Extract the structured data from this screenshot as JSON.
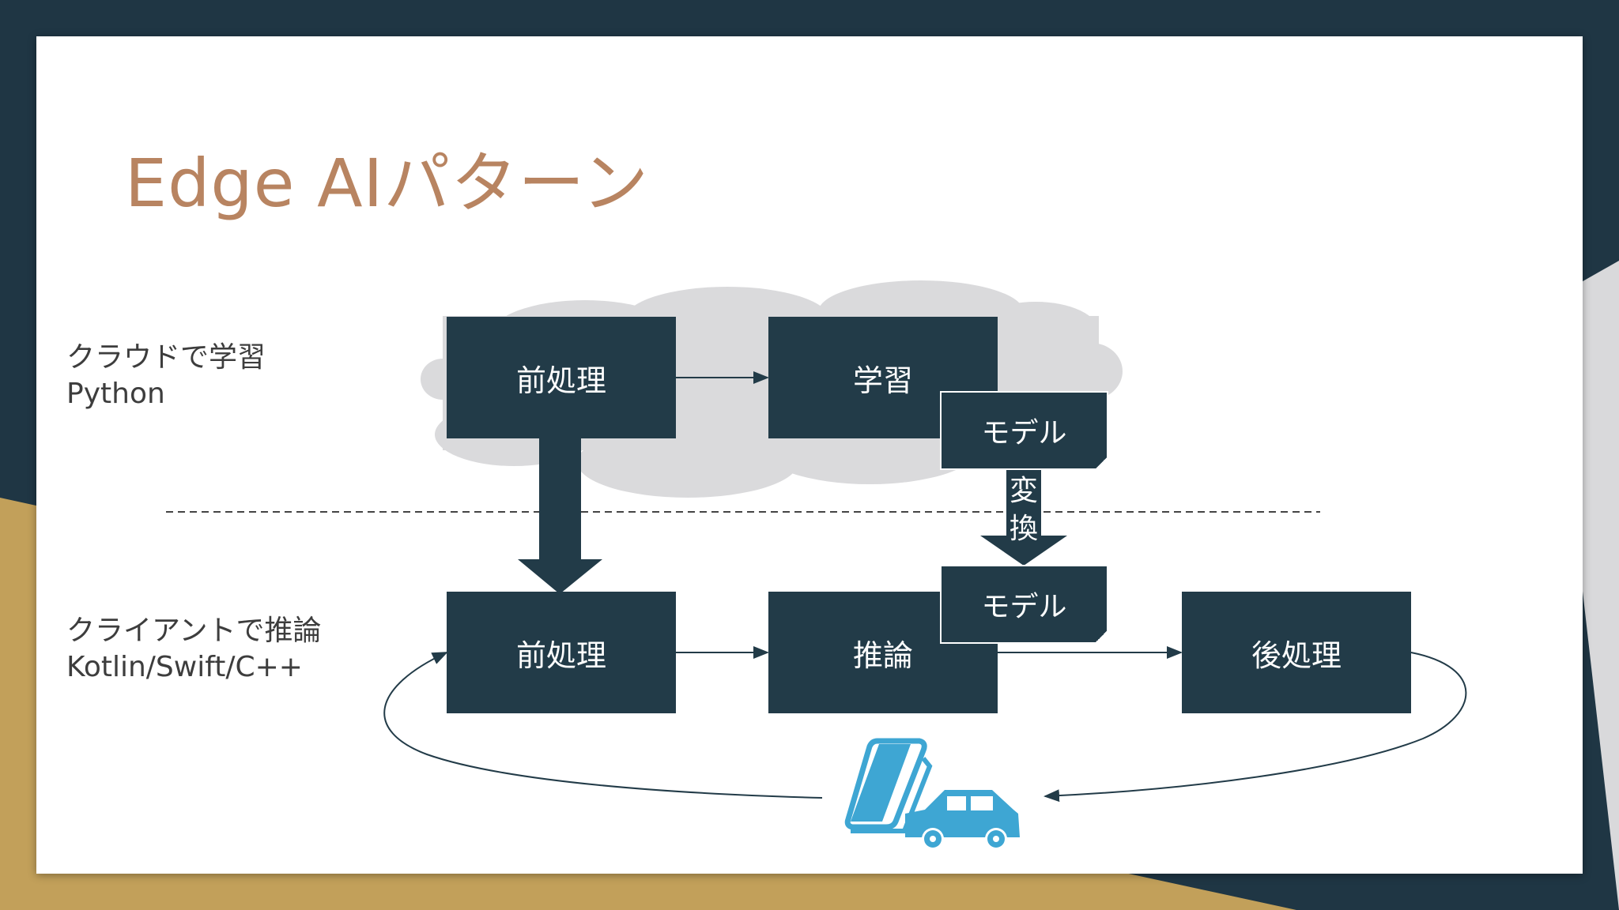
{
  "title": "Edge AIパターン",
  "cloud_section": {
    "line1": "クラウドで学習",
    "line2": "Python"
  },
  "client_section": {
    "line1": "クライアントで推論",
    "line2": "Kotlin/Swift/C++"
  },
  "boxes": {
    "cloud_preprocess": "前処理",
    "training": "学習",
    "model_cloud": "モデル",
    "client_preprocess": "前処理",
    "inference": "推論",
    "model_client": "モデル",
    "postprocess": "後処理"
  },
  "convert": [
    "変",
    "換"
  ],
  "icons": [
    "cloud-icon",
    "smartphone-icon",
    "car-icon"
  ],
  "colors": {
    "frame": "#1f3644",
    "accent_gold": "#c2a05a",
    "title": "#b88461",
    "box": "#223b48",
    "cloud": "#dadadc",
    "device_icon": "#3ea6d3"
  }
}
